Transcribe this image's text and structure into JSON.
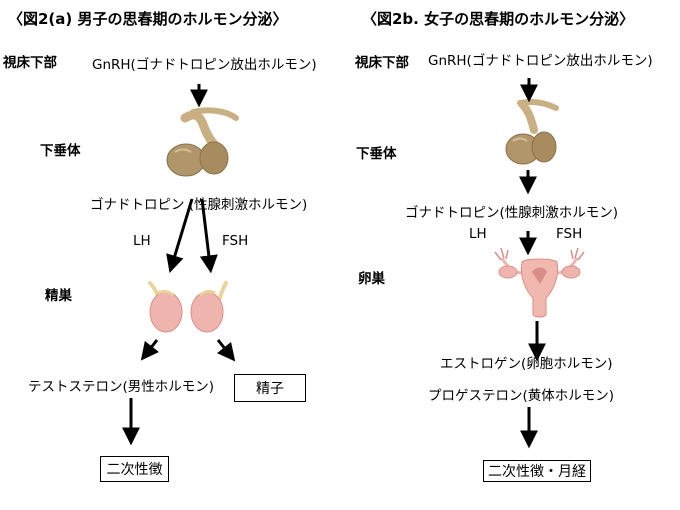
{
  "left": {
    "title": "〈図2(a) 男子の思春期のホルモン分泌〉",
    "hypothalamus": "視床下部",
    "gnrh": "GnRH(ゴナドトロピン放出ホルモン)",
    "pituitary": "下垂体",
    "gonadotropin": "ゴナドトロピン (性腺刺激ホルモン)",
    "lh": "LH",
    "fsh": "FSH",
    "testis": "精巣",
    "testosterone": "テストステロン(男性ホルモン)",
    "sperm": "精子",
    "secondary": "二次性徴"
  },
  "right": {
    "title": "〈図2b. 女子の思春期のホルモン分泌〉",
    "hypothalamus": "視床下部",
    "gnrh": "GnRH(ゴナドトロピン放出ホルモン)",
    "pituitary": "下垂体",
    "gonadotropin": "ゴナドトロピン(性腺刺激ホルモン)",
    "lh": "LH",
    "fsh": "FSH",
    "ovary": "卵巣",
    "estrogen": "エストロゲン(卵胞ホルモン)",
    "progesterone": "プロゲステロン(黄体ホルモン)",
    "secondary": "二次性徴・月経"
  },
  "colors": {
    "gland": "#b0966a",
    "gland_dark": "#8a7048",
    "stalk": "#c9b082",
    "testis": "#efb4ad",
    "testis_dark": "#d98e88",
    "duct": "#e8d49a",
    "uterus": "#f1b8b0",
    "uterus_dark": "#d88d86"
  }
}
